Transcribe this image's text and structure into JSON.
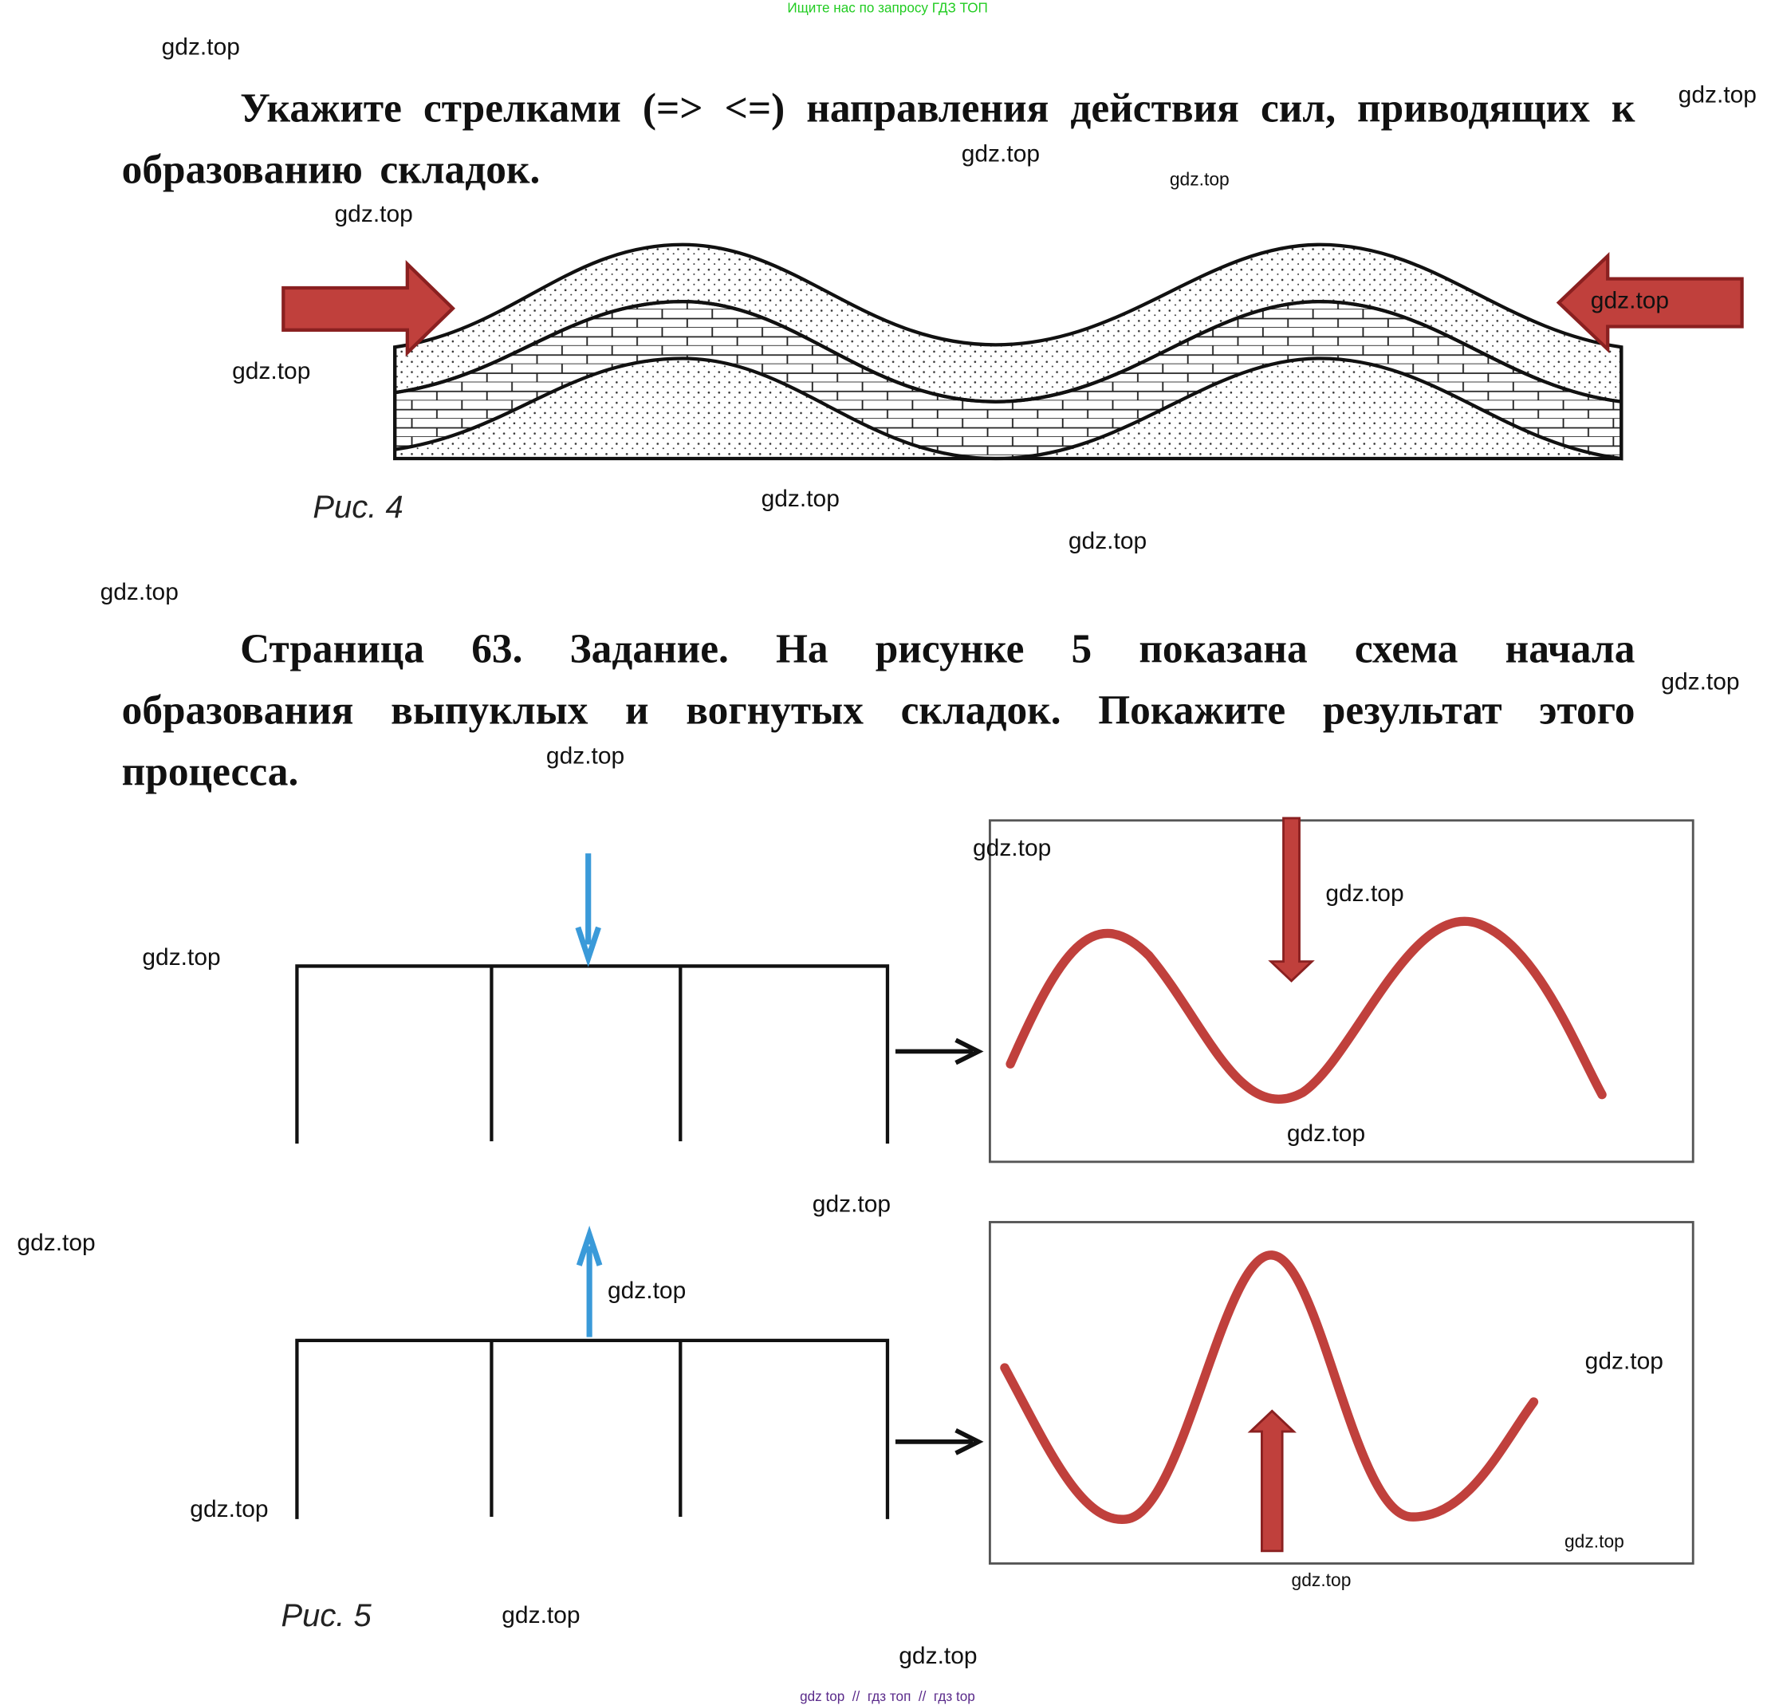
{
  "header_banner": "Ищите нас по запросу ГДЗ ТОП",
  "task1": {
    "text": "Укажите стрелками (=> <=) направления действия сил, приводящих к образованию складок."
  },
  "figure4": {
    "caption": "Рис. 4"
  },
  "task2": {
    "text": "Страница 63. Задание. На рисунке 5 показана схема начала образования выпуклых и вогнутых складок. Покажите результат этого процесса."
  },
  "figure5": {
    "caption": "Рис. 5"
  },
  "watermark": "gdz.top",
  "footer": "gdz top  //  гдз топ  //  гдз top",
  "colors": {
    "arrow_red": "#c0403c",
    "arrow_blue": "#3a9ad9",
    "banner_green": "#22cc22",
    "footer_purple": "#5a2a8a"
  }
}
